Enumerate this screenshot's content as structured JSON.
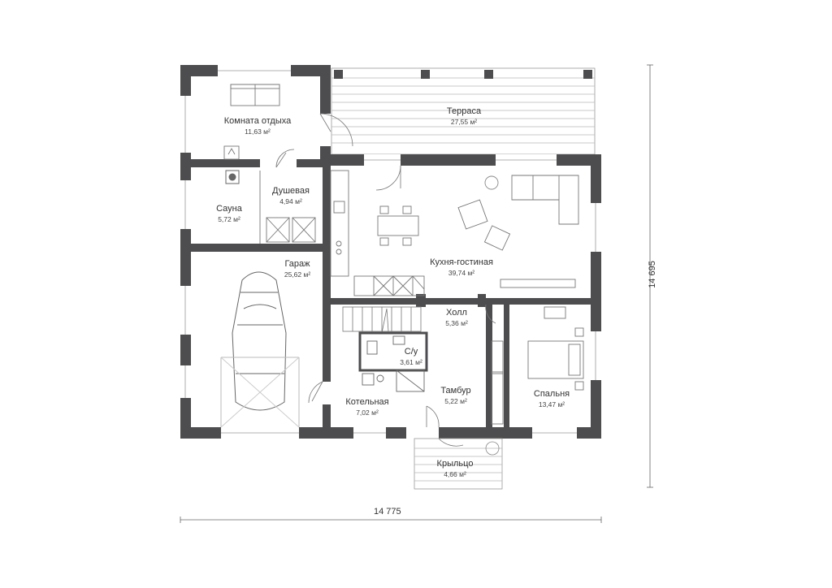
{
  "rooms": [
    {
      "id": "rest",
      "name": "Комната отдыха",
      "area": "11,63 м²"
    },
    {
      "id": "terrace",
      "name": "Терраса",
      "area": "27,55 м²"
    },
    {
      "id": "shower",
      "name": "Душевая",
      "area": "4,94 м²"
    },
    {
      "id": "sauna",
      "name": "Сауна",
      "area": "5,72 м²"
    },
    {
      "id": "garage",
      "name": "Гараж",
      "area": "25,62 м²"
    },
    {
      "id": "kitchen",
      "name": "Кухня-гостиная",
      "area": "39,74 м²"
    },
    {
      "id": "hall",
      "name": "Холл",
      "area": "5,36 м²"
    },
    {
      "id": "wc",
      "name": "С/у",
      "area": "3,61 м²"
    },
    {
      "id": "boiler",
      "name": "Котельная",
      "area": "7,02 м²"
    },
    {
      "id": "tambour",
      "name": "Тамбур",
      "area": "5,22 м²"
    },
    {
      "id": "bedroom",
      "name": "Спальня",
      "area": "13,47 м²"
    },
    {
      "id": "porch",
      "name": "Крыльцо",
      "area": "4,66 м²"
    }
  ],
  "dimensions": {
    "width": "14 775",
    "height": "14 695"
  },
  "colors": {
    "wall": "#4d4d4f",
    "line": "#8a8a8a",
    "window": "#cfcfcf"
  }
}
